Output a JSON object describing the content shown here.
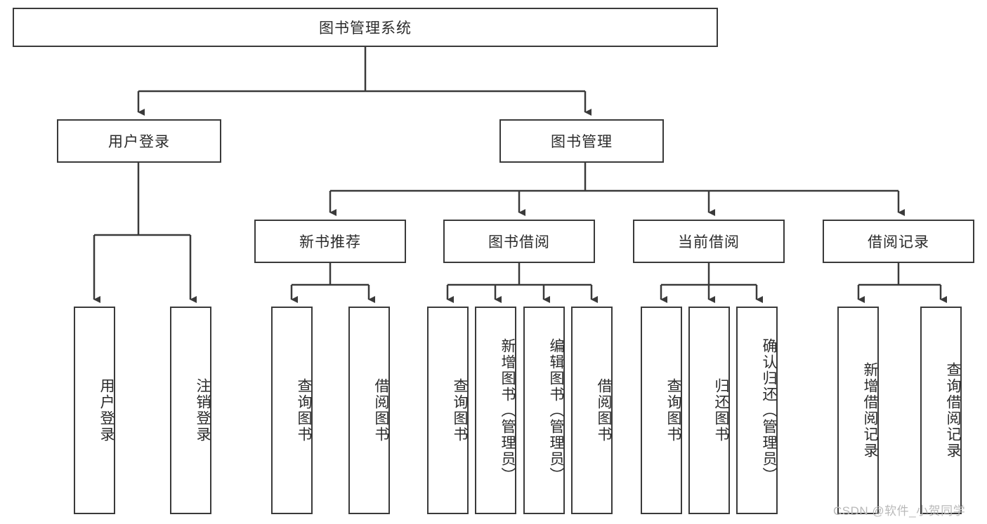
{
  "diagram": {
    "title": "图书管理系统",
    "type": "tree-hierarchy-flowchart",
    "watermark": "CSDN @软件_小贺同学",
    "line_color": "#3a3a3a",
    "box_fill": "#ffffff",
    "text_color": "#2b2b2b",
    "root": {
      "label": "图书管理系统"
    },
    "level2": [
      {
        "label": "用户登录"
      },
      {
        "label": "图书管理"
      }
    ],
    "level3": [
      {
        "label": "新书推荐"
      },
      {
        "label": "图书借阅"
      },
      {
        "label": "当前借阅"
      },
      {
        "label": "借阅记录"
      }
    ],
    "leaves": {
      "user_login": [
        {
          "label": "用户登录"
        },
        {
          "label": "注销登录"
        }
      ],
      "new_book_recommend": [
        {
          "label": "查询图书"
        },
        {
          "label": "借阅图书"
        }
      ],
      "book_borrow": [
        {
          "label": "查询图书"
        },
        {
          "label": "新增图书（管理员）"
        },
        {
          "label": "编辑图书（管理员）"
        },
        {
          "label": "借阅图书"
        }
      ],
      "current_borrow": [
        {
          "label": "查询图书"
        },
        {
          "label": "归还图书"
        },
        {
          "label": "确认归还（管理员）"
        }
      ],
      "borrow_record": [
        {
          "label": "新增借阅记录"
        },
        {
          "label": "查询借阅记录"
        }
      ]
    }
  }
}
